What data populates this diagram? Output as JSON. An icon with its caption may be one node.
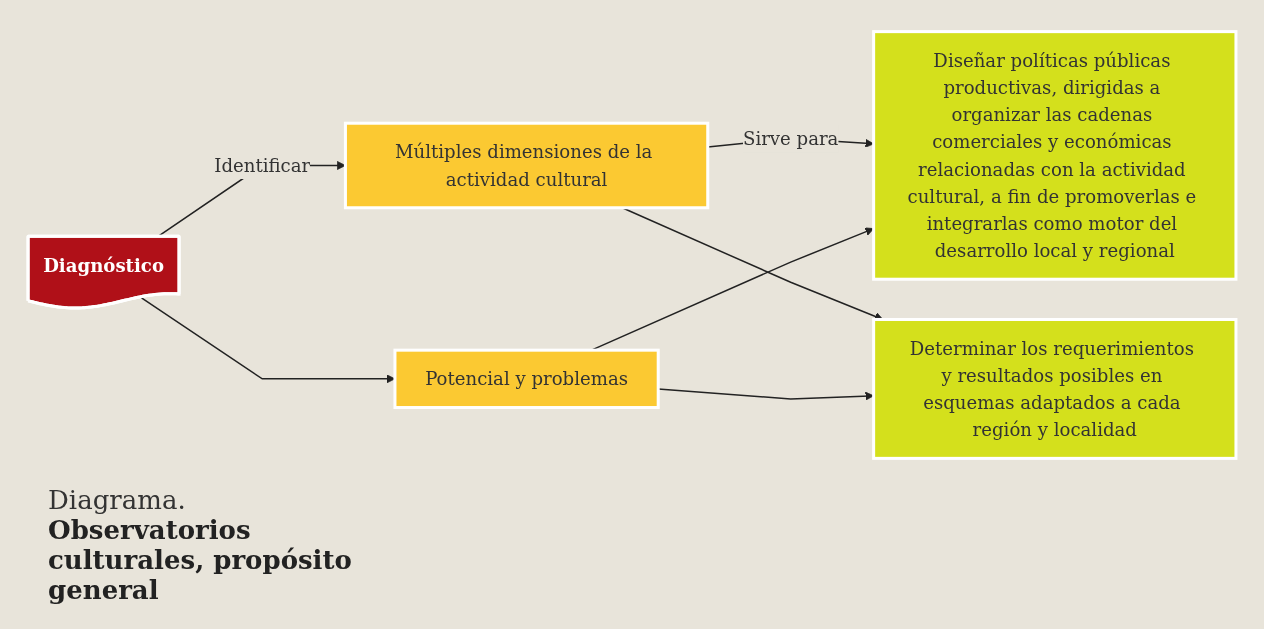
{
  "diagram": {
    "title": "Observatorios culturales, propósito general",
    "nodes": [
      {
        "text": [
          "Diagnóstico"
        ]
      },
      {
        "text": [
          "Múltiples dimensiones de la actividad cultural"
        ]
      },
      {
        "text": [
          "Potencial y problemas"
        ]
      },
      {
        "text": [
          "Diseñar políticas públicas productivas, dirigidas a organizar las cadenas comerciales y económicas relacionadas con la actividad cultural, a fin de promoverlas e integrarlas como motor del desarrollo local y regional"
        ]
      },
      {
        "text": [
          "Determinar los requerimientos y resultados posibles en esquemas adaptados a cada región y localidad"
        ]
      }
    ],
    "edges": [
      {
        "from": 0,
        "to": 1,
        "arrow": "to",
        "label": "Identificar"
      },
      {
        "from": 0,
        "to": 2,
        "arrow": "to"
      },
      {
        "from": 1,
        "to": 3,
        "arrow": "to",
        "label": "Sirve para"
      },
      {
        "from": 2,
        "to": 3,
        "arrow": "to"
      },
      {
        "from": 1,
        "to": 4,
        "arrow": "to"
      },
      {
        "from": 2,
        "to": 4,
        "arrow": "to"
      }
    ],
    "labels": [
      "Diagrama."
    ]
  }
}
